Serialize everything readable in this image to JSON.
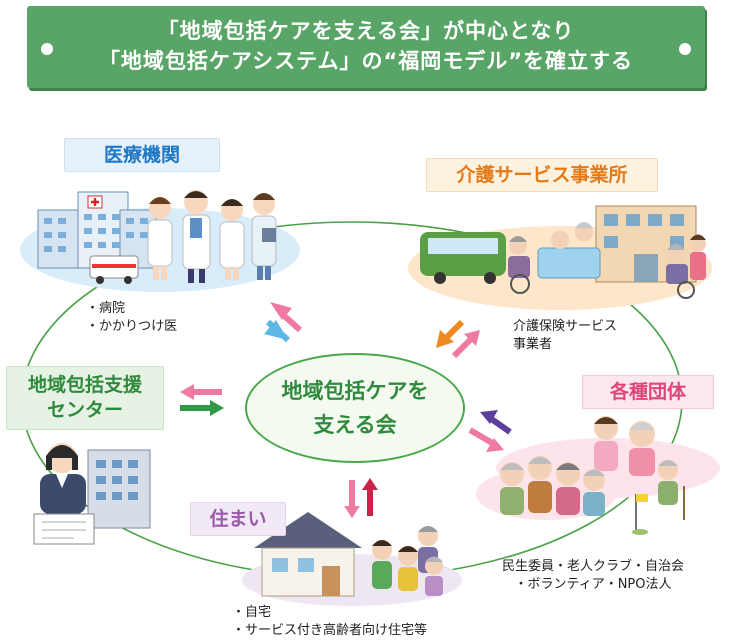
{
  "header": {
    "line1": "「地域包括ケアを支える会」が中心となり",
    "line2": "「地域包括ケアシステム」の“福岡モデル”を確立する"
  },
  "center": {
    "line1": "地域包括ケアを",
    "line2": "支える会"
  },
  "nodes": {
    "medical": {
      "label": "医療機関",
      "notes": [
        "・病院",
        "・かかりつけ医"
      ]
    },
    "care": {
      "label": "介護サービス事業所",
      "notes": [
        "介護保険サービス",
        "事業者"
      ]
    },
    "groups": {
      "label": "各種団体",
      "notes": [
        "民生委員・老人クラブ・自治会",
        "・ボランティア・NPO法人"
      ]
    },
    "housing": {
      "label": "住まい",
      "notes": [
        "・自宅",
        "・サービス付き高齢者向け住宅等"
      ]
    },
    "center_support": {
      "label_line1": "地域包括支援",
      "label_line2": "センター"
    }
  },
  "colors": {
    "banner": "#58a567",
    "medical": "#1f78c4",
    "care": "#e37a17",
    "groups": "#e0457a",
    "housing": "#9b5aa8",
    "center": "#2f8a3d",
    "arrow_pink": "#ef7aa0",
    "arrow_green": "#2e9a47",
    "arrow_blue": "#5cb6e6",
    "arrow_orange": "#ef8a23",
    "arrow_purple": "#5b3f9a",
    "arrow_red": "#c8234a"
  }
}
